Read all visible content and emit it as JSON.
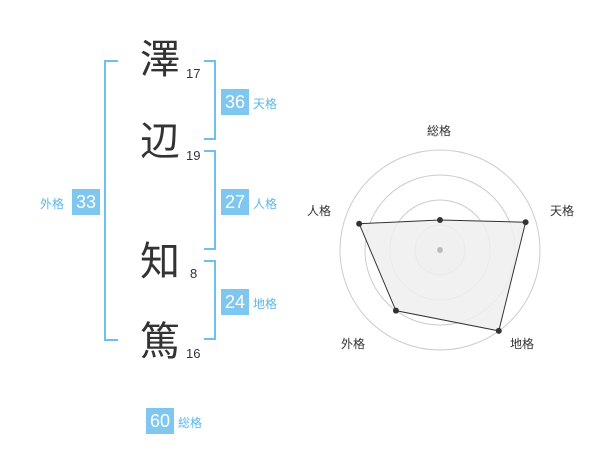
{
  "name": {
    "chars": [
      {
        "char": "澤",
        "strokes": "17"
      },
      {
        "char": "辺",
        "strokes": "19"
      },
      {
        "char": "知",
        "strokes": "8"
      },
      {
        "char": "篤",
        "strokes": "16"
      }
    ]
  },
  "kakusu": {
    "tenkaku": {
      "value": "36",
      "label": "天格"
    },
    "jinkaku": {
      "value": "27",
      "label": "人格"
    },
    "chikaku": {
      "value": "24",
      "label": "地格"
    },
    "gaikaku": {
      "value": "33",
      "label": "外格"
    },
    "soukaku": {
      "value": "60",
      "label": "総格"
    }
  },
  "chart_data": {
    "type": "radar",
    "axes": [
      "総格",
      "天格",
      "地格",
      "外格",
      "人格"
    ],
    "values": [
      0.3,
      0.9,
      1.0,
      0.75,
      0.85
    ],
    "rings": 4,
    "colors": {
      "ring": "#cccccc",
      "fill": "#eeeeee",
      "line": "#333333",
      "center": "#bbbbbb"
    }
  }
}
